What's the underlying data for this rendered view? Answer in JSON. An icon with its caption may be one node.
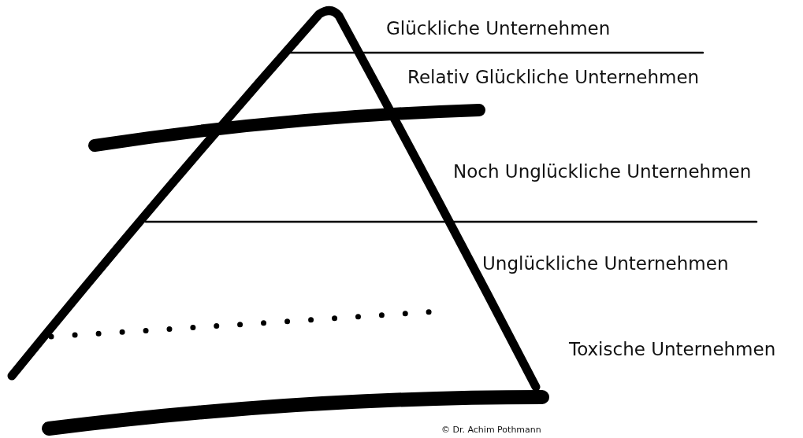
{
  "diagram": {
    "labels": [
      "Glückliche Unternehmen",
      "Relativ Glückliche Unternehmen",
      "Noch Unglückliche Unternehmen",
      "Unglückliche Unternehmen",
      "Toxische Unternehmen",
      "© Dr. Achim Pothmann"
    ]
  }
}
